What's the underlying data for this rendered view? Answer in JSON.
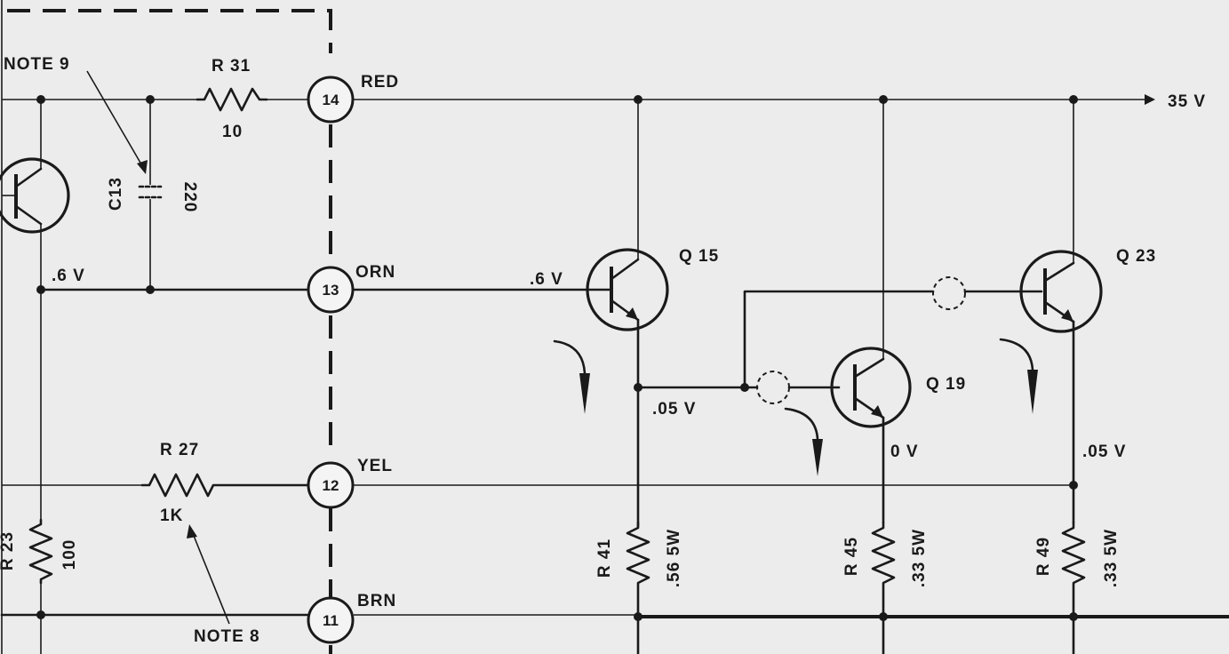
{
  "labels": {
    "note9": "NOTE 9",
    "r31_ref": "R 31",
    "r31_val": "10",
    "c13_ref": "C13",
    "c13_val": "220",
    "v_left_base": ".6 V",
    "r27_ref": "R 27",
    "r27_val": "1K",
    "r_left_ref": "R 23",
    "r_left_val": "100",
    "note8": "NOTE 8",
    "q15": "Q 15",
    "q19": "Q 19",
    "q23": "Q 23",
    "v_q15_base": ".6 V",
    "v_q15_emitter": ".05 V",
    "v_q19_emitter": "0 V",
    "v_q23_emitter": ".05 V",
    "supply": "35 V",
    "r41_ref": "R 41",
    "r41_val": ".56 5W",
    "r45_ref": "R 45",
    "r45_val": ".33 5W",
    "r49_ref": "R 49",
    "r49_val": ".33 5W"
  },
  "terminals": [
    {
      "number": "14",
      "color": "RED"
    },
    {
      "number": "13",
      "color": "ORN"
    },
    {
      "number": "12",
      "color": "YEL"
    },
    {
      "number": "11",
      "color": "BRN"
    }
  ]
}
